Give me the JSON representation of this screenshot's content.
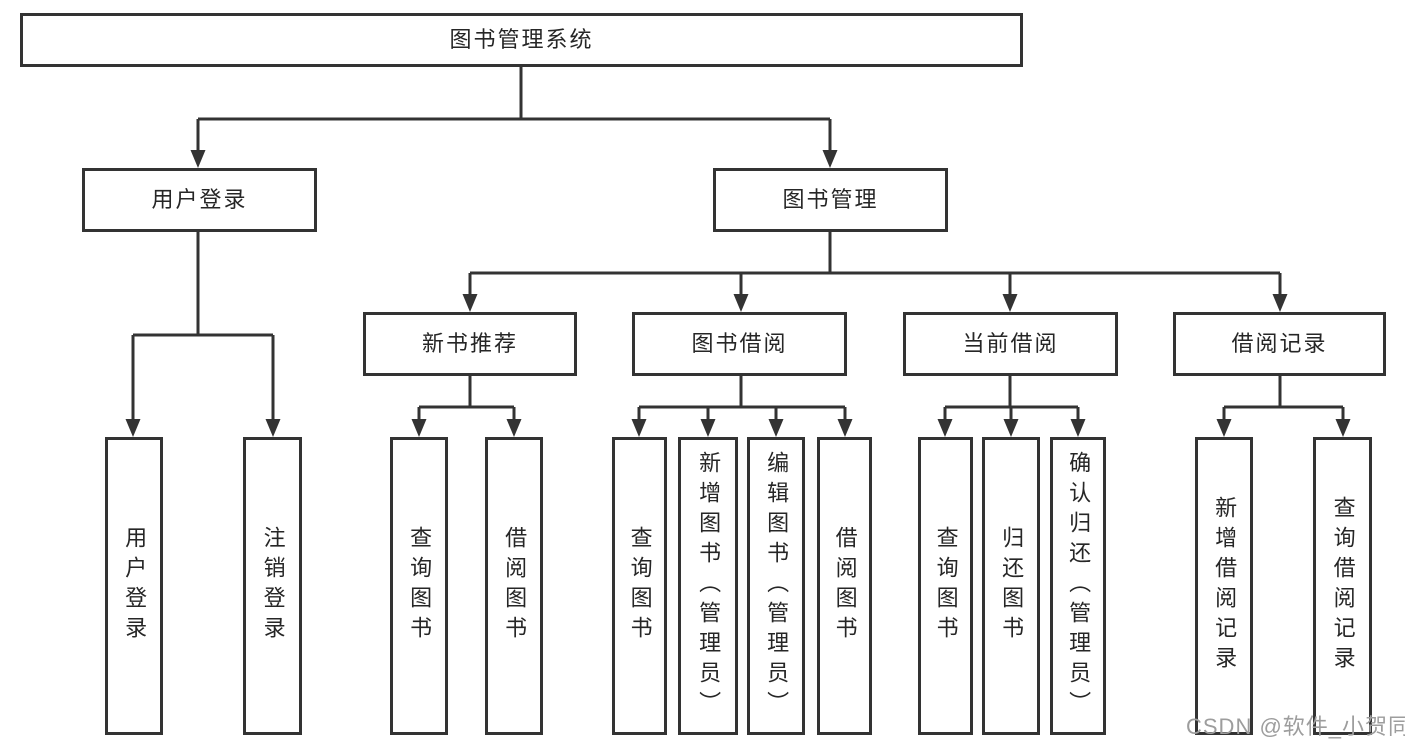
{
  "diagram": {
    "root": {
      "label": "图书管理系统"
    },
    "level2": [
      {
        "label": "用户登录"
      },
      {
        "label": "图书管理"
      }
    ],
    "level3": [
      {
        "label": "新书推荐"
      },
      {
        "label": "图书借阅"
      },
      {
        "label": "当前借阅"
      },
      {
        "label": "借阅记录"
      }
    ],
    "leaves": [
      {
        "label": "用户登录"
      },
      {
        "label": "注销登录"
      },
      {
        "label": "查询图书"
      },
      {
        "label": "借阅图书"
      },
      {
        "label": "查询图书"
      },
      {
        "label": "新增图书（管理员）"
      },
      {
        "label": "编辑图书（管理员）"
      },
      {
        "label": "借阅图书"
      },
      {
        "label": "查询图书"
      },
      {
        "label": "归还图书"
      },
      {
        "label": "确认归还（管理员）"
      },
      {
        "label": "新增借阅记录"
      },
      {
        "label": "查询借阅记录"
      }
    ]
  },
  "watermark": {
    "text": "CSDN @软件_小贺同学"
  },
  "colors": {
    "line": "#333333",
    "text": "#262626",
    "background": "#ffffff",
    "watermark": "#9d9d9d"
  }
}
